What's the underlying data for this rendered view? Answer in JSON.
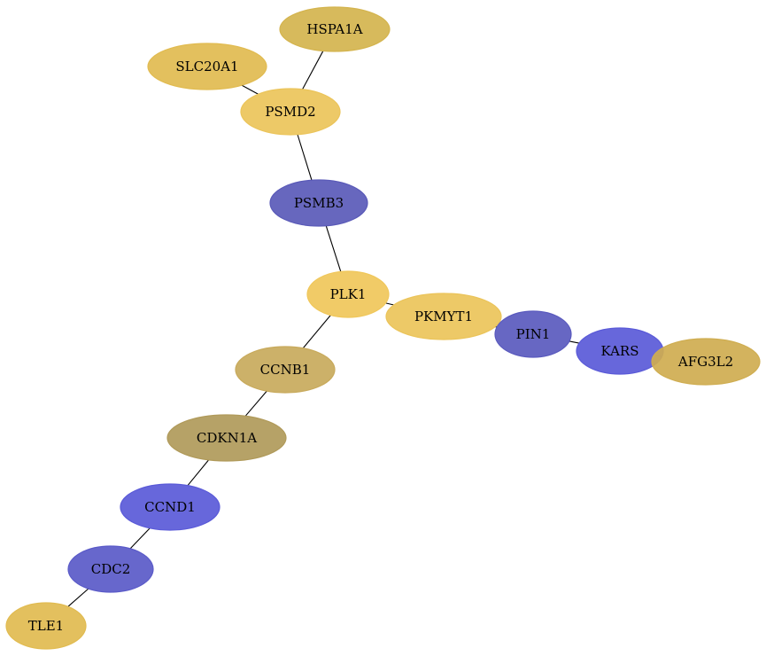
{
  "graph": {
    "nodes": [
      {
        "id": "HSPA1A",
        "label": "HSPA1A",
        "color": "#d4b44e"
      },
      {
        "id": "SLC20A1",
        "label": "SLC20A1",
        "color": "#e1bb50"
      },
      {
        "id": "PSMD2",
        "label": "PSMD2",
        "color": "#ebc45a"
      },
      {
        "id": "PSMB3",
        "label": "PSMB3",
        "color": "#5a5ab8"
      },
      {
        "id": "PLK1",
        "label": "PLK1",
        "color": "#f0c75a"
      },
      {
        "id": "PKMYT1",
        "label": "PKMYT1",
        "color": "#ebc45a"
      },
      {
        "id": "PIN1",
        "label": "PIN1",
        "color": "#5a5abe"
      },
      {
        "id": "KARS",
        "label": "KARS",
        "color": "#5a5ad8"
      },
      {
        "id": "AFG3L2",
        "label": "AFG3L2",
        "color": "#cfad50"
      },
      {
        "id": "CCNB1",
        "label": "CCNB1",
        "color": "#c8aa5c"
      },
      {
        "id": "CDKN1A",
        "label": "CDKN1A",
        "color": "#b09a5a"
      },
      {
        "id": "CCND1",
        "label": "CCND1",
        "color": "#5a5ad8"
      },
      {
        "id": "CDC2",
        "label": "CDC2",
        "color": "#5a5ac8"
      },
      {
        "id": "TLE1",
        "label": "TLE1",
        "color": "#e1bb50"
      }
    ],
    "edges": [
      {
        "from": "HSPA1A",
        "to": "PSMD2"
      },
      {
        "from": "SLC20A1",
        "to": "PSMD2"
      },
      {
        "from": "PSMD2",
        "to": "PSMB3"
      },
      {
        "from": "PSMB3",
        "to": "PLK1"
      },
      {
        "from": "PLK1",
        "to": "PKMYT1"
      },
      {
        "from": "PKMYT1",
        "to": "PIN1"
      },
      {
        "from": "PIN1",
        "to": "KARS"
      },
      {
        "from": "KARS",
        "to": "AFG3L2"
      },
      {
        "from": "PLK1",
        "to": "CCNB1"
      },
      {
        "from": "CCNB1",
        "to": "CDKN1A"
      },
      {
        "from": "CDKN1A",
        "to": "CCND1"
      },
      {
        "from": "CCND1",
        "to": "CDC2"
      },
      {
        "from": "CDC2",
        "to": "TLE1"
      }
    ]
  }
}
